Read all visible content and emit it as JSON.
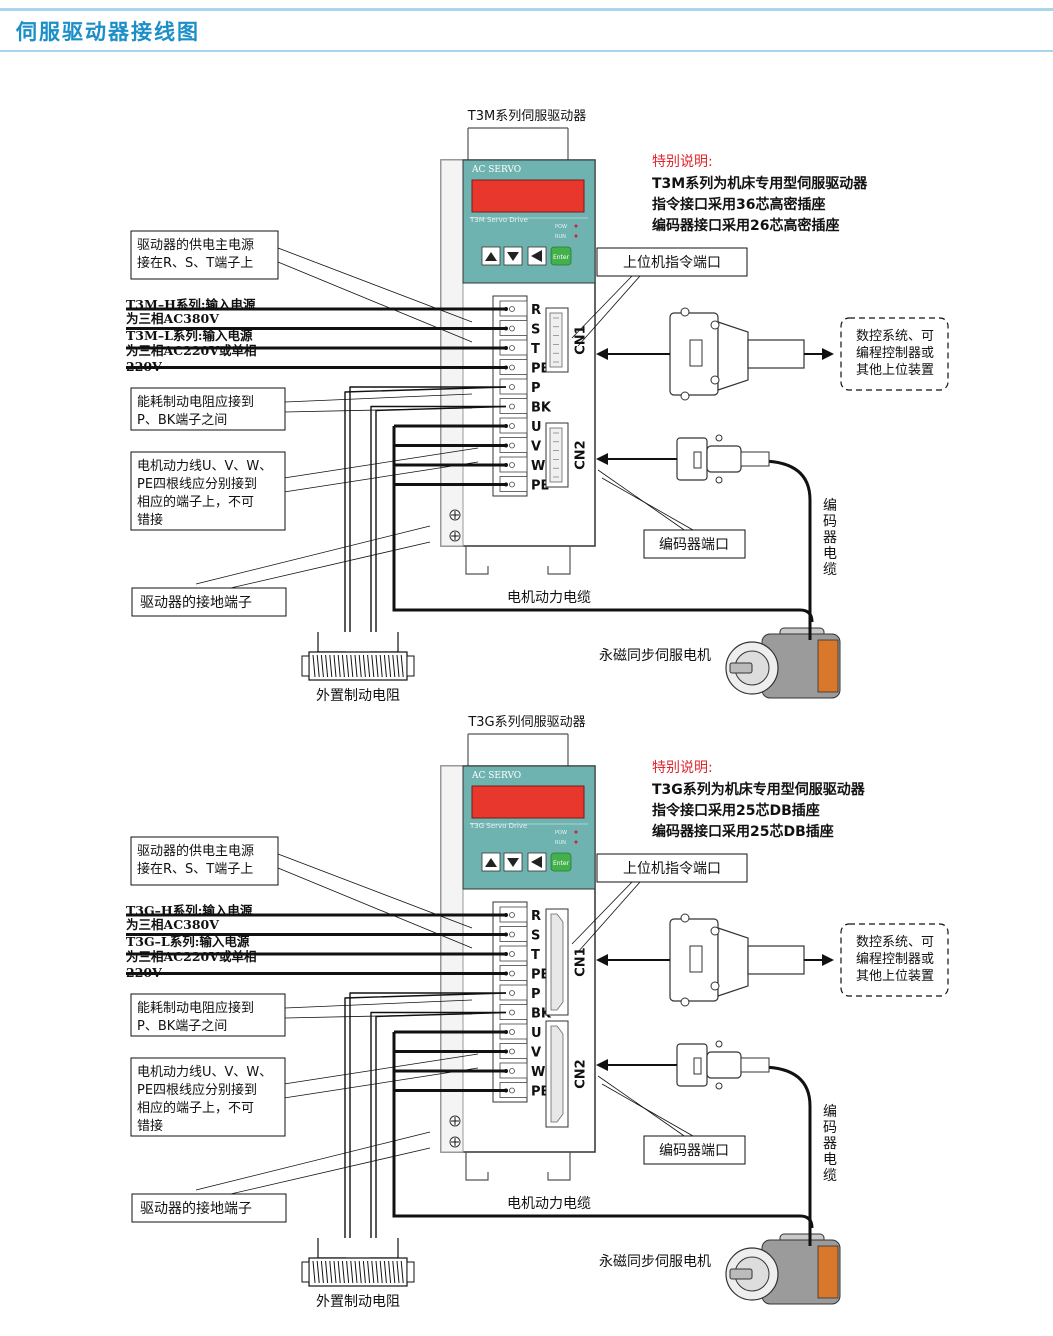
{
  "page": {
    "title": "伺服驱动器接线图"
  },
  "diagrams": [
    {
      "drive_title": "T3M系列伺服驱动器",
      "brand": "AC SERVO",
      "model_text": "T3M Servo Drive",
      "led_pow": "POW",
      "led_run": "RUN",
      "enter_label": "Enter",
      "terminals": [
        "R",
        "S",
        "T",
        "PE",
        "P",
        "BK",
        "U",
        "V",
        "W",
        "PE"
      ],
      "cn1": "CN1",
      "cn2": "CN2",
      "note_title": "特别说明:",
      "note_lines": [
        "T3M系列为机床专用型伺服驱动器",
        "指令接口采用36芯高密插座",
        "编码器接口采用26芯高密插座"
      ],
      "callout_power": [
        "驱动器的供电主电源",
        "接在R、S、T端子上"
      ],
      "power_spec": [
        "T3M–H系列:输入电源",
        "为三相AC380V",
        "T3M–L系列:输入电源",
        "为三相AC220V或单相",
        "220V"
      ],
      "callout_brake": [
        "能耗制动电阻应接到",
        "P、BK端子之间"
      ],
      "callout_motor": [
        "电机动力线U、V、W、",
        "PE四根线应分别接到",
        "相应的端子上，不可",
        "错接"
      ],
      "callout_ground": "驱动器的接地端子",
      "callout_host_port": "上位机指令端口",
      "host_box": [
        "数控系统、可",
        "编程控制器或",
        "其他上位装置"
      ],
      "callout_encoder_port": "编码器端口",
      "encoder_cable": [
        "编",
        "码",
        "器",
        "电",
        "缆"
      ],
      "motor_cable": "电机动力电缆",
      "motor": "永磁同步伺服电机",
      "resistor": "外置制动电阻"
    },
    {
      "drive_title": "T3G系列伺服驱动器",
      "brand": "AC SERVO",
      "model_text": "T3G Servo Drive",
      "led_pow": "POW",
      "led_run": "RUN",
      "enter_label": "Enter",
      "terminals": [
        "R",
        "S",
        "T",
        "PE",
        "P",
        "BK",
        "U",
        "V",
        "W",
        "PE"
      ],
      "cn1": "CN1",
      "cn2": "CN2",
      "note_title": "特别说明:",
      "note_lines": [
        "T3G系列为机床专用型伺服驱动器",
        "指令接口采用25芯DB插座",
        "编码器接口采用25芯DB插座"
      ],
      "callout_power": [
        "驱动器的供电主电源",
        "接在R、S、T端子上"
      ],
      "power_spec": [
        "T3G–H系列:输入电源",
        "为三相AC380V",
        "T3G–L系列:输入电源",
        "为三相AC220V或单相",
        "220V"
      ],
      "callout_brake": [
        "能耗制动电阻应接到",
        "P、BK端子之间"
      ],
      "callout_motor": [
        "电机动力线U、V、W、",
        "PE四根线应分别接到",
        "相应的端子上，不可",
        "错接"
      ],
      "callout_ground": "驱动器的接地端子",
      "callout_host_port": "上位机指令端口",
      "host_box": [
        "数控系统、可",
        "编程控制器或",
        "其他上位装置"
      ],
      "callout_encoder_port": "编码器端口",
      "encoder_cable": [
        "编",
        "码",
        "器",
        "电",
        "缆"
      ],
      "motor_cable": "电机动力电缆",
      "motor": "永磁同步伺服电机",
      "resistor": "外置制动电阻"
    }
  ],
  "colors": {
    "header_accent": "#1c8fc9",
    "header_rule": "#a9d6ee",
    "note_title": "#e0262b",
    "panel_teal": "#6fb3b1",
    "display_red": "#e8372c",
    "enter_green": "#43b14b",
    "motor_orange": "#d9782b"
  }
}
